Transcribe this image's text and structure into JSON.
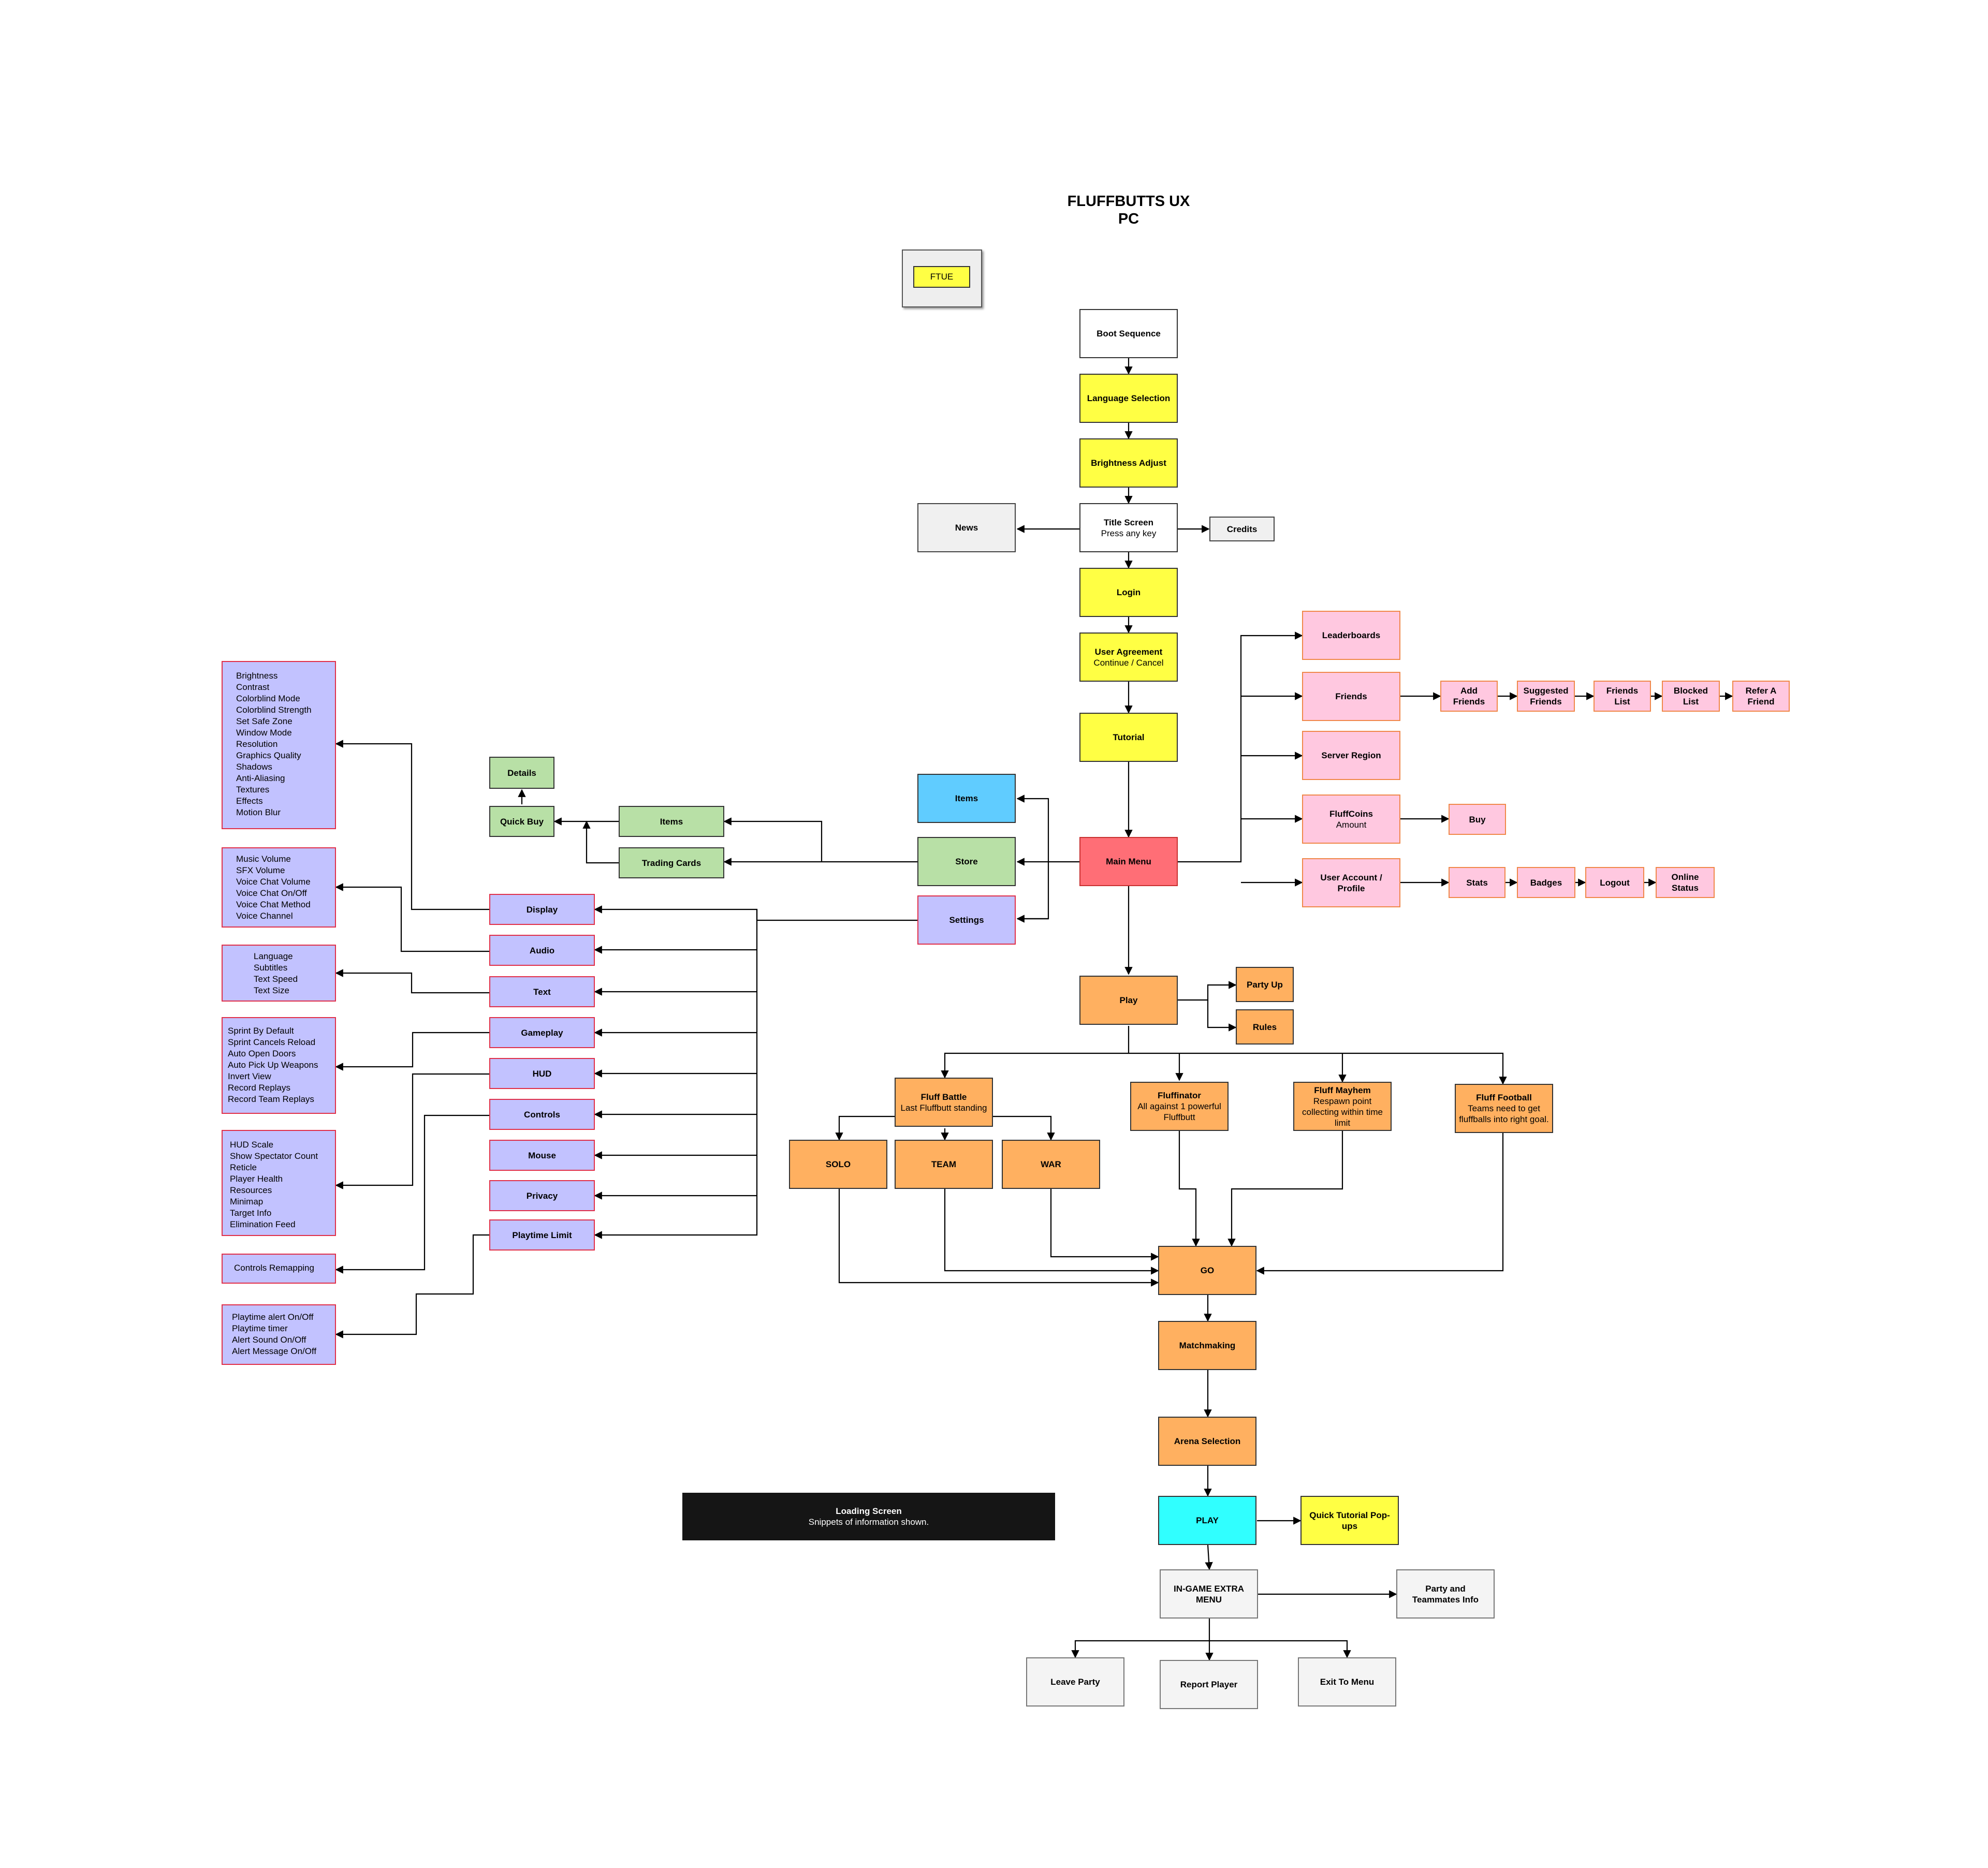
{
  "title": {
    "line1": "FLUFFBUTTS UX",
    "line2": "PC"
  },
  "legend": {
    "ftue": "FTUE"
  },
  "flow": {
    "boot": "Boot Sequence",
    "language": "Language Selection",
    "brightness": "Brightness Adjust",
    "title_screen": {
      "title": "Title Screen",
      "sub": "Press any key"
    },
    "news": "News",
    "credits": "Credits",
    "login": "Login",
    "agreement": {
      "title": "User Agreement",
      "sub": "Continue / Cancel"
    },
    "tutorial": "Tutorial",
    "main_menu": "Main Menu"
  },
  "social": {
    "leaderboards": "Leaderboards",
    "friends": "Friends",
    "friend_options": [
      "Add Friends",
      "Suggested Friends",
      "Friends List",
      "Blocked List",
      "Refer A Friend"
    ],
    "server_region": "Server Region",
    "fluffcoins": {
      "title": "FluffCoins",
      "sub": "Amount"
    },
    "buy": "Buy",
    "account": "User Account / Profile",
    "account_options": [
      "Stats",
      "Badges",
      "Logout",
      "Online Status"
    ]
  },
  "store": {
    "items_blue": "Items",
    "store": "Store",
    "settings": "Settings",
    "items": "Items",
    "trading_cards": "Trading Cards",
    "quick_buy": "Quick Buy",
    "details": "Details"
  },
  "settings": {
    "categories": [
      "Display",
      "Audio",
      "Text",
      "Gameplay",
      "HUD",
      "Controls",
      "Mouse",
      "Privacy",
      "Playtime Limit"
    ],
    "display_list": [
      "Brightness",
      "Contrast",
      "Colorblind Mode",
      "Colorblind Strength",
      "Set Safe Zone",
      "Window Mode",
      "Resolution",
      "Graphics Quality",
      "Shadows",
      "Anti-Aliasing",
      "Textures",
      "Effects",
      "Motion Blur"
    ],
    "audio_list": [
      "Music Volume",
      "SFX Volume",
      "Voice Chat Volume",
      "Voice Chat On/Off",
      "Voice Chat Method",
      "Voice Channel"
    ],
    "text_list": [
      "Language",
      "Subtitles",
      "Text Speed",
      "Text Size"
    ],
    "gameplay_list": [
      "Sprint By Default",
      "Sprint Cancels Reload",
      "Auto Open Doors",
      "Auto Pick Up Weapons",
      "Invert View",
      "Record Replays",
      "Record Team Replays"
    ],
    "hud_list": [
      "HUD Scale",
      "Show Spectator Count",
      "Reticle",
      "Player Health",
      "Resources",
      "Minimap",
      "Target Info",
      "Elimination Feed"
    ],
    "controls_list": [
      "Controls Remapping"
    ],
    "playtime_list": [
      "Playtime alert On/Off",
      "Playtime timer",
      "Alert Sound On/Off",
      "Alert Message On/Off"
    ]
  },
  "play": {
    "play": "Play",
    "party_up": "Party Up",
    "rules": "Rules",
    "fluff_battle": {
      "title": "Fluff Battle",
      "sub": "Last Fluffbutt standing"
    },
    "fluffinator": {
      "title": "Fluffinator",
      "sub": "All against 1 powerful Fluffbutt"
    },
    "fluff_mayhem": {
      "title": "Fluff Mayhem",
      "sub": "Respawn point collecting within time limit"
    },
    "fluff_football": {
      "title": "Fluff Football",
      "sub": "Teams need to get fluffballs into right goal."
    },
    "solo": "SOLO",
    "team": "TEAM",
    "war": "WAR",
    "go": "GO",
    "matchmaking": "Matchmaking",
    "arena": "Arena Selection",
    "play_caps": "PLAY",
    "quick_tutorial": "Quick Tutorial Pop-ups",
    "ingame": "IN-GAME EXTRA MENU",
    "party_info": "Party and Teammates Info",
    "leave_party": "Leave Party",
    "report_player": "Report Player",
    "exit_menu": "Exit To Menu"
  },
  "loading": {
    "title": "Loading Screen",
    "sub": "Snippets of information shown."
  }
}
